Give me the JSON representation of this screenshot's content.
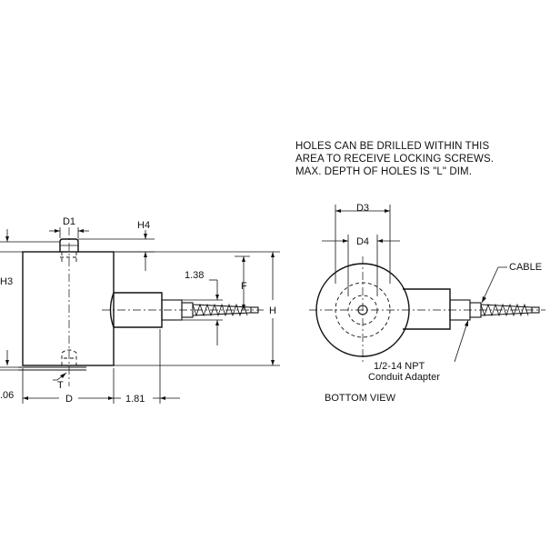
{
  "side_view": {
    "labels": {
      "d1": "D1",
      "h4": "H4",
      "h3": "H3",
      "dim_138": "1.38",
      "f": "F",
      "h": "H",
      "t": "T",
      "dim_06": ".06",
      "d": "D",
      "dim_181": "1.81"
    }
  },
  "bottom_view": {
    "note_lines": [
      "HOLES CAN BE DRILLED WITHIN THIS",
      "AREA TO RECEIVE LOCKING SCREWS.",
      "MAX. DEPTH OF HOLES IS \"L\" DIM."
    ],
    "labels": {
      "d3": "D3",
      "d4": "D4",
      "cable": "CABLE",
      "npt": "1/2-14 NPT",
      "conduit": "Conduit Adapter",
      "title": "BOTTOM VIEW"
    }
  }
}
